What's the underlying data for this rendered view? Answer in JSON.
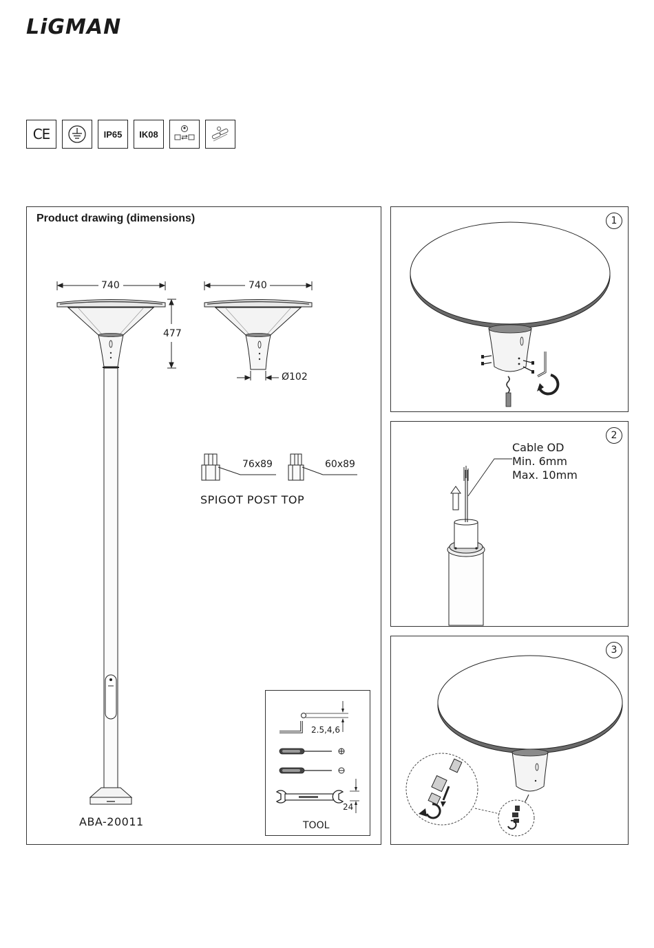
{
  "brand": {
    "name": "LiGMAN"
  },
  "certifications": [
    {
      "label": "CE",
      "icon": "ce-mark-icon"
    },
    {
      "label": "",
      "icon": "earth-ground-icon"
    },
    {
      "label": "IP65",
      "icon": ""
    },
    {
      "label": "IK08",
      "icon": ""
    },
    {
      "label": "",
      "icon": "dimmable-driver-icon"
    },
    {
      "label": "",
      "icon": "tool-free-icon"
    }
  ],
  "drawing": {
    "title": "Product drawing (dimensions)",
    "width_full": "740",
    "width_head": "740",
    "height_head": "477",
    "spigot_diameter": "Ø102",
    "spigot_a": "76x89",
    "spigot_b": "60x89",
    "spigot_caption": "SPIGOT POST TOP",
    "model": "ABA-20011"
  },
  "tools": {
    "hex_sizes": "2.5,4,6",
    "wrench_size": "24",
    "caption": "TOOL"
  },
  "steps": [
    {
      "number": "1"
    },
    {
      "number": "2",
      "cable_lines": [
        "Cable OD",
        "Min. 6mm",
        "Max. 10mm"
      ]
    },
    {
      "number": "3"
    }
  ],
  "colors": {
    "ink": "#1a1a1a",
    "lamp_dark": "#3a3a3a",
    "lamp_mid": "#6d6d6d"
  }
}
